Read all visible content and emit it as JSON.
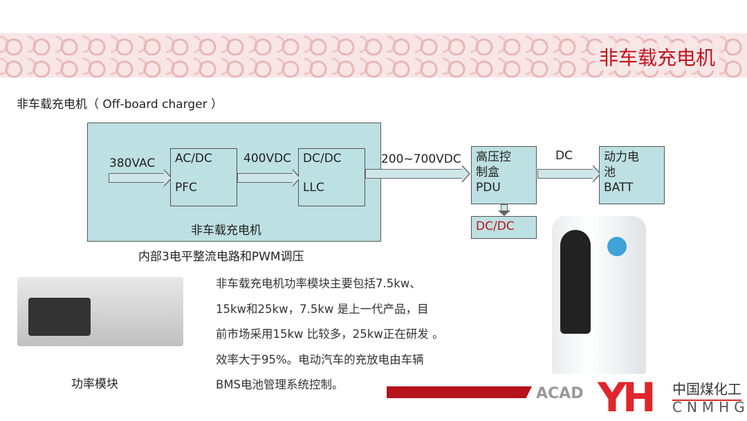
{
  "header": {
    "title": "非车载充电机"
  },
  "subtitle": "非车载充电机（ Off-board charger ）",
  "diagram": {
    "outer_label": "非车载充电机",
    "input": "380VAC",
    "acdc": {
      "line1": "AC/DC",
      "line2": "PFC"
    },
    "mid": "400VDC",
    "dcdc": {
      "line1": "DC/DC",
      "line2": "LLC"
    },
    "output": "200~700VDC",
    "pdu": {
      "line1": "高压控",
      "line2": "制盒",
      "line3": "PDU"
    },
    "dc": "DC",
    "batt": {
      "line1": "动力电",
      "line2": "池",
      "line3": "BATT"
    },
    "dcdc2": "DC/DC",
    "caption": "内部3电平整流电路和PWM调压"
  },
  "module_caption": "功率模块",
  "paragraph": [
    "非车载充电机功率模块主要包括7.5kw、",
    "15kw和25kw，7.5kw 是上一代产品，目",
    "前市场采用15kw 比较多，25kw正在研发 。",
    "效率大于95%。电动汽车的充放电由车辆",
    "BMS电池管理系统控制。"
  ],
  "footer": {
    "brand": "ACAD",
    "logo_cn": "中国煤化工",
    "logo_en": "CNMHG"
  },
  "colors": {
    "accent": "#c0141c",
    "box": "#bde0e2"
  }
}
